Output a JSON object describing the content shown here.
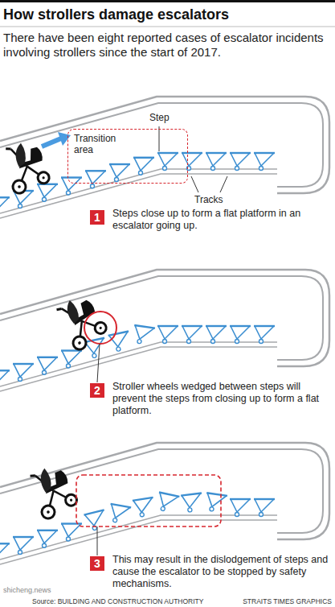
{
  "diagram": {
    "title": "How strollers damage escalators",
    "nodes": [
      {
        "text": [
          "Transition area"
        ]
      },
      {
        "text": [
          "1"
        ]
      },
      {
        "text": [
          "2"
        ]
      },
      {
        "text": [
          "3"
        ]
      }
    ],
    "labels": [
      "There have been eight reported cases of escalator incidents involving strollers since the start of 2017.",
      "Step",
      "Tracks",
      "Steps close up to form a flat platform in an escalator going up.",
      "Stroller wheels wedged between steps will prevent the steps from closing up to form a flat platform.",
      "This may result in the dislodgement of steps and cause the escalator to be stopped by safety mechanisms.",
      "Source: BUILDING AND CONSTRUCTION AUTHORITY",
      "STRAITS TIMES GRAPHICS",
      "shicheng.news"
    ]
  }
}
